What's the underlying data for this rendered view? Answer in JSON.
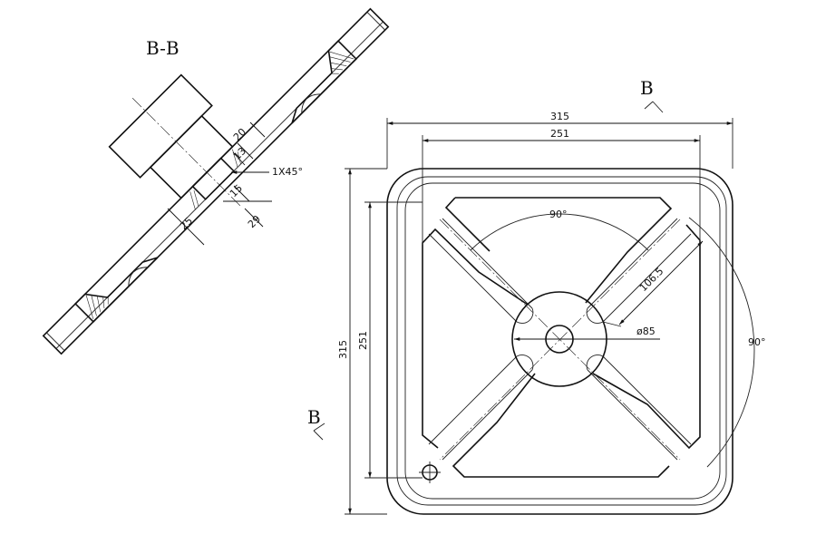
{
  "section_view": {
    "title": "B-B",
    "dims": {
      "d20": "20",
      "d13": "13",
      "chamfer": "1X45°",
      "d15": "15",
      "d29": "29",
      "d25": "25"
    }
  },
  "plan_view": {
    "section_marker_top": "B",
    "section_marker_left": "B",
    "width_outer": "315",
    "width_inner": "251",
    "height_outer": "315",
    "height_inner": "251",
    "angle_top": "90°",
    "angle_right": "90°",
    "slot_length": "106.5",
    "hub_diameter": "ø85"
  }
}
